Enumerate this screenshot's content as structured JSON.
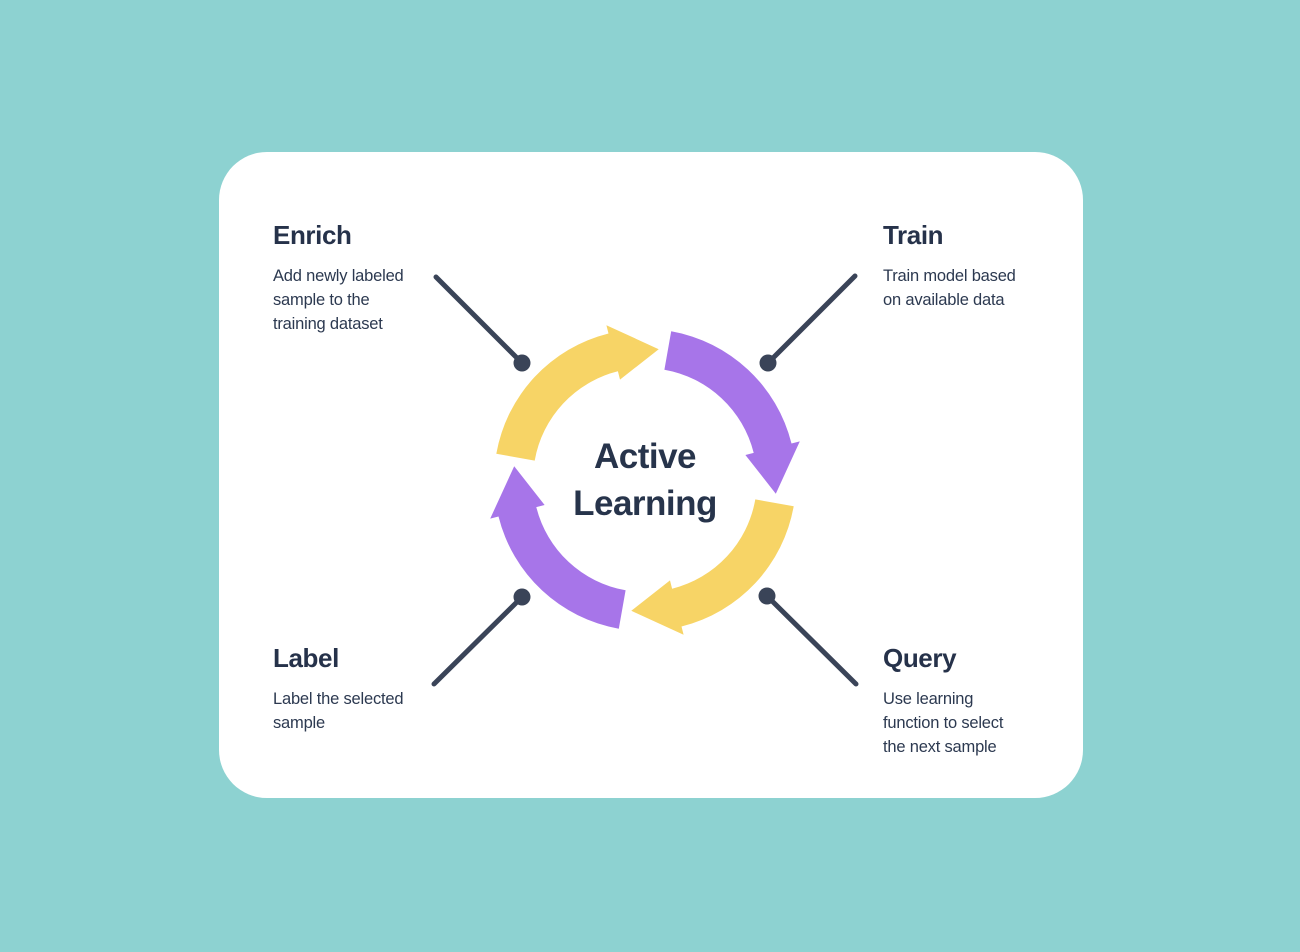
{
  "canvas": {
    "background_color": "#8DD2D1",
    "card_color": "#FFFFFF"
  },
  "diagram": {
    "center_title_lines": [
      "Active",
      "Learning"
    ],
    "colors": {
      "yellow": "#F7D466",
      "purple": "#A775E9",
      "connector": "#3A4458",
      "text_dark": "#27344B"
    },
    "sections": [
      {
        "id": "enrich",
        "title": "Enrich",
        "desc_lines": [
          "Add newly labeled",
          "sample to the",
          "training dataset"
        ]
      },
      {
        "id": "train",
        "title": "Train",
        "desc_lines": [
          "Train model based",
          "on available data"
        ]
      },
      {
        "id": "label",
        "title": "Label",
        "desc_lines": [
          "Label the selected",
          "sample"
        ]
      },
      {
        "id": "query",
        "title": "Query",
        "desc_lines": [
          "Use learning",
          "function to select",
          "the next sample"
        ]
      }
    ]
  }
}
